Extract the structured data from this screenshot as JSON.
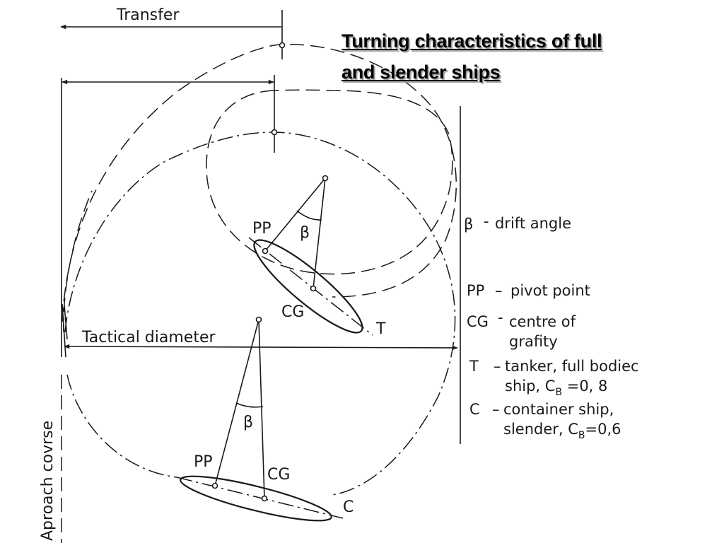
{
  "title": {
    "line1": "Turning characteristics of full",
    "line2": "and slender ships"
  },
  "diagram": {
    "transfer_label": "Transfer",
    "tactical_diameter_label": "Tactical diameter",
    "approach_course_label": "Aproach covrse",
    "tanker": {
      "pp_label": "PP",
      "cg_label": "CG",
      "beta_label": "β",
      "ship_label": "T"
    },
    "container": {
      "pp_label": "PP",
      "cg_label": "CG",
      "beta_label": "β",
      "ship_label": "C"
    }
  },
  "legend": {
    "beta": {
      "symbol": "β",
      "dash": "-",
      "text": "drift angle"
    },
    "pp": {
      "symbol": "PP",
      "dash": "–",
      "text": "pivot point"
    },
    "cg": {
      "symbol": "CG",
      "dash": "-",
      "text1": "centre of",
      "text2": "grafity"
    },
    "t": {
      "symbol": "T",
      "dash": "–",
      "text1": "tanker, full bodiec",
      "text2": "ship, C",
      "sub": "B",
      "tail": " =0, 8"
    },
    "c": {
      "symbol": "C",
      "dash": "–",
      "text1": "container ship,",
      "text2": "slender, C",
      "sub": "B",
      "tail": "=0,6"
    }
  }
}
